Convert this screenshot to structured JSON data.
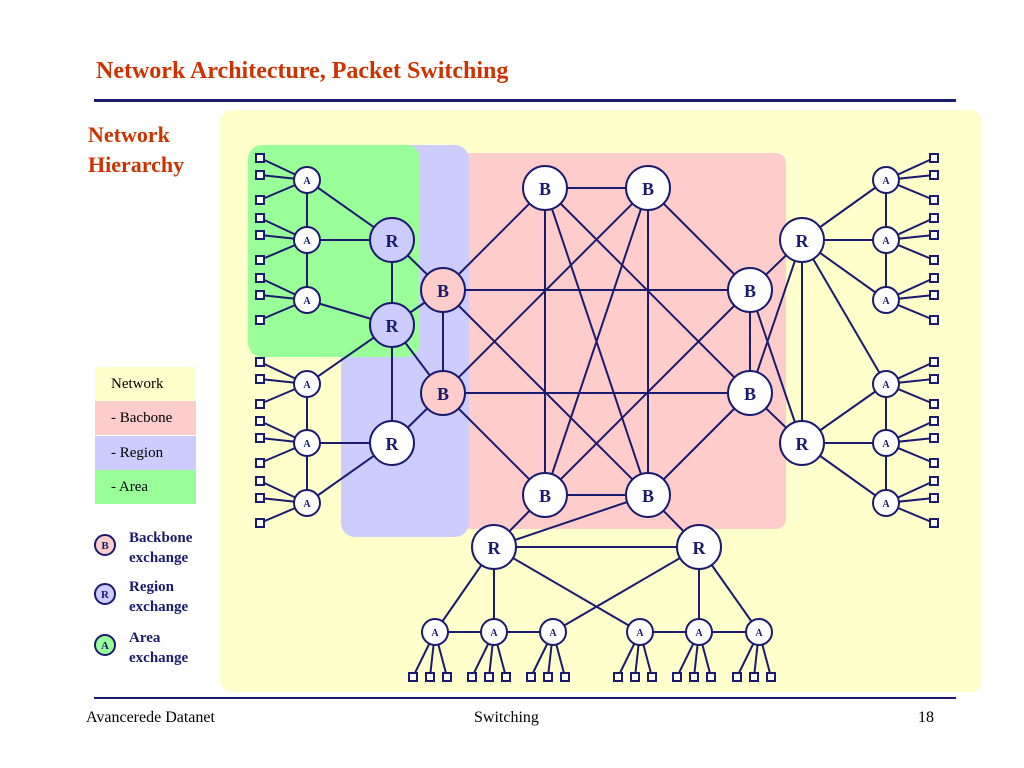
{
  "slide": {
    "title": "Network Architecture, Packet Switching",
    "subtitle_line1": "Network",
    "subtitle_line2": "Hierarchy"
  },
  "legend": {
    "network": "Network",
    "backbone": "- Bacbone",
    "region": "- Region",
    "area": "- Area"
  },
  "node_legend": {
    "b_letter": "B",
    "b_line1": "Backbone",
    "b_line2": "exchange",
    "r_letter": "R",
    "r_line1": "Region",
    "r_line2": "exchange",
    "a_letter": "A",
    "a_line1": "Area",
    "a_line2": "exchange"
  },
  "footer": {
    "left": "Avancerede Datanet",
    "center": "Switching",
    "page_number": "18"
  },
  "colors": {
    "title": "#cc3300",
    "rule": "#1a1a6e",
    "network_bg": "#ffffcc",
    "backbone_bg": "#ffcccc",
    "region_bg": "#ccccff",
    "area_bg": "#99ff99",
    "line": "#1a1a6e"
  },
  "diagram": {
    "b_label": "B",
    "r_label": "R",
    "a_label": "A"
  }
}
